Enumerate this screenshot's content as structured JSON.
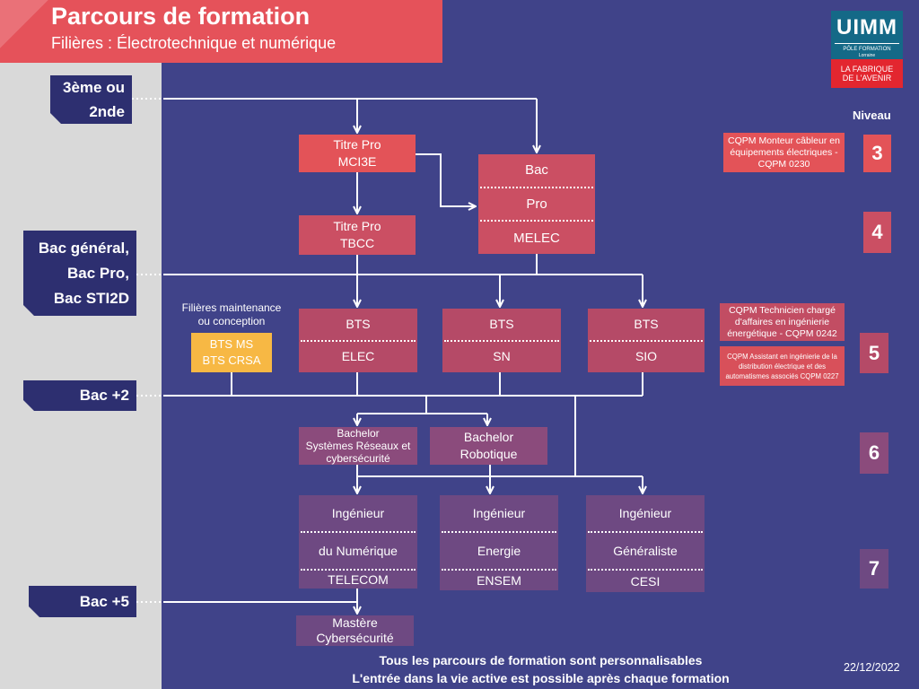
{
  "header": {
    "title": "Parcours de formation",
    "subtitle": "Filières : Électrotechnique et numérique"
  },
  "logo": {
    "name": "UIMM",
    "line1": "PÔLE FORMATION",
    "line2": "Lorraine",
    "tagline1": "LA FABRIQUE",
    "tagline2": "DE L'AVENIR"
  },
  "levels": {
    "label": "Niveau",
    "items": [
      "3",
      "4",
      "5",
      "6",
      "7"
    ]
  },
  "entry_levels": [
    {
      "lines": [
        "3ème ou",
        "2nde"
      ]
    },
    {
      "lines": [
        "Bac général,",
        "Bac Pro,",
        "Bac STI2D"
      ]
    },
    {
      "lines": [
        "Bac +2"
      ]
    },
    {
      "lines": [
        "Bac +5"
      ]
    }
  ],
  "formations": {
    "titre_pro_mci3e": [
      "Titre Pro",
      "MCI3E"
    ],
    "titre_pro_tbcc": [
      "Titre Pro",
      "TBCC"
    ],
    "bac_pro_melec": [
      "Bac",
      "Pro",
      "MELEC"
    ],
    "bts_elec": [
      "BTS",
      "ELEC"
    ],
    "bts_sn": [
      "BTS",
      "SN"
    ],
    "bts_sio": [
      "BTS",
      "SIO"
    ],
    "bts_maintenance": [
      "BTS MS",
      "BTS CRSA"
    ],
    "bachelor_src": [
      "Bachelor",
      "Systèmes Réseaux et",
      "cybersécurité"
    ],
    "bachelor_robotique": [
      "Bachelor",
      "Robotique"
    ],
    "ingenieur_telecom": [
      "Ingénieur",
      "du Numérique",
      "TELECOM"
    ],
    "ingenieur_ensem": [
      "Ingénieur",
      "Energie",
      "ENSEM"
    ],
    "ingenieur_cesi": [
      "Ingénieur",
      "Généraliste",
      "CESI"
    ],
    "mastere": [
      "Mastère",
      "Cybersécurité"
    ]
  },
  "maintenance_note": [
    "Filières maintenance",
    "ou conception"
  ],
  "cqpm": [
    {
      "lines": [
        "CQPM Monteur câbleur en",
        "équipements électriques -",
        "CQPM 0230"
      ]
    },
    {
      "lines": [
        "CQPM Technicien chargé",
        "d'affaires en ingénierie",
        "énergétique - CQPM 0242"
      ]
    },
    {
      "lines": [
        "CQPM Assistant en ingénierie de la",
        "distribution électrique et des",
        "automatismes associés CQPM 0227"
      ]
    }
  ],
  "footer": {
    "line1": "Tous les parcours de formation sont personnalisables",
    "line2": "L'entrée dans la vie active est possible après chaque formation"
  },
  "date": "22/12/2022",
  "colors": {
    "background": "#404389",
    "sidebar": "#d9d9d9",
    "entry_tag": "#2d2f70",
    "header": "#e5525a",
    "level3": "#e35358",
    "level4": "#cb4f63",
    "level5": "#b54a67",
    "level6": "#8b4b7c",
    "level7": "#6e4982",
    "bts_maintenance": "#f7b844",
    "cqpm_0242": "#c24d63",
    "cqpm_0227": "#d8505a"
  }
}
